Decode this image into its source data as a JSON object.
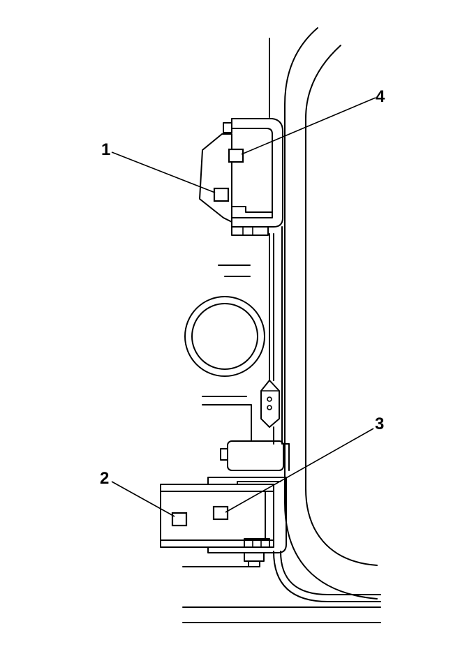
{
  "callouts": [
    {
      "id": "callout-1",
      "label": "1"
    },
    {
      "id": "callout-2",
      "label": "2"
    },
    {
      "id": "callout-3",
      "label": "3"
    },
    {
      "id": "callout-4",
      "label": "4"
    }
  ],
  "colors": {
    "line": "#000000",
    "background": "#ffffff"
  }
}
